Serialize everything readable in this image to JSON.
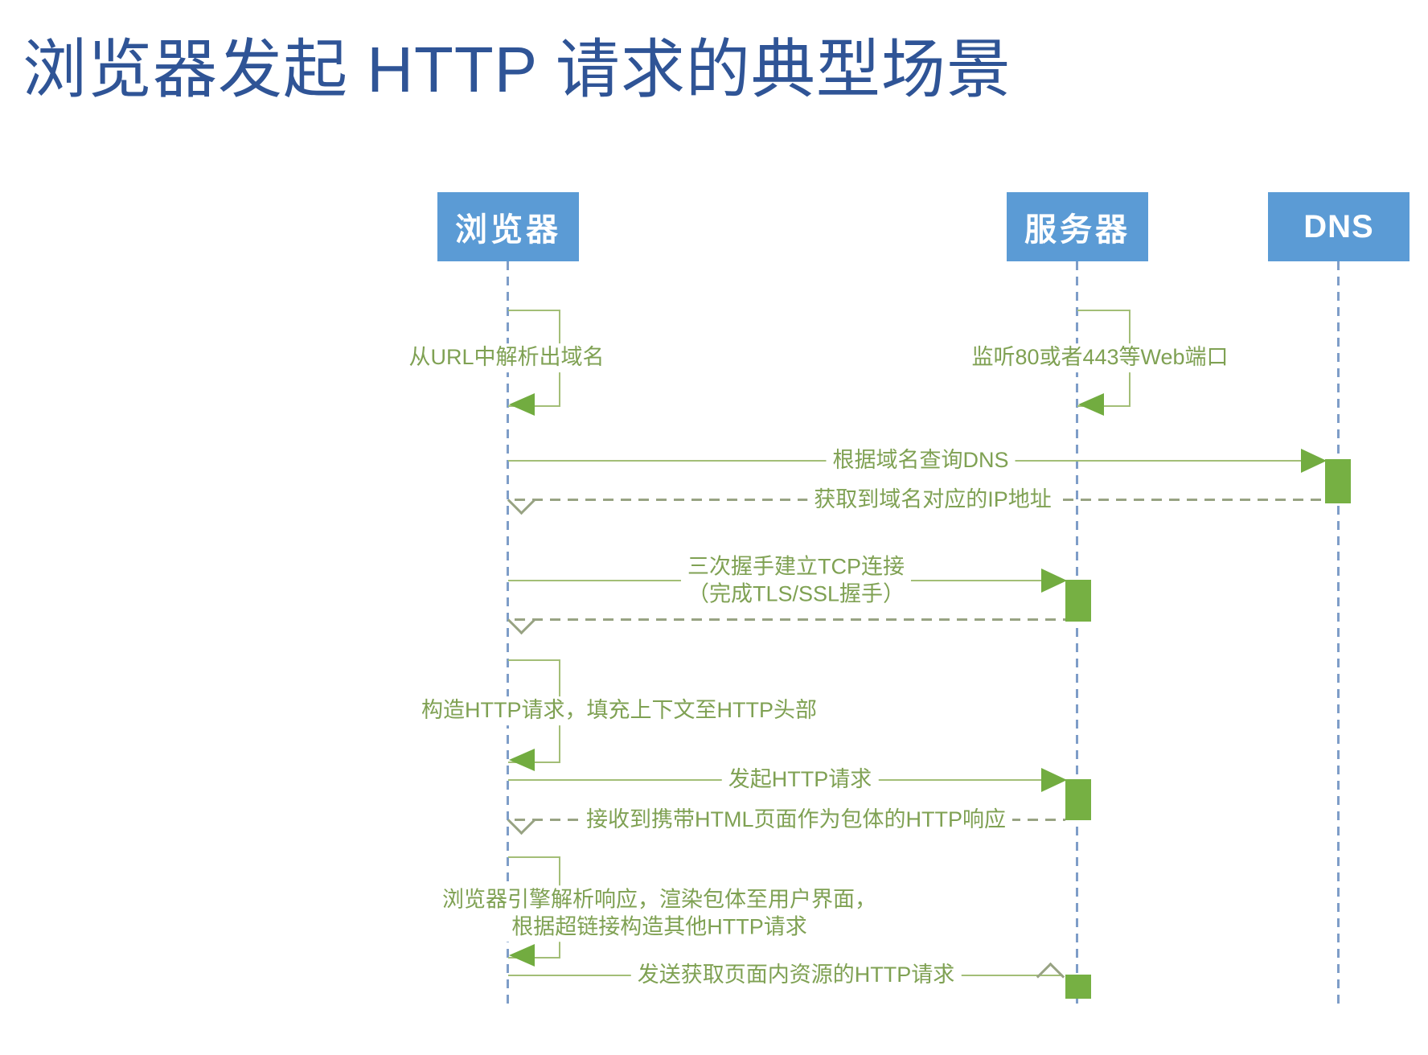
{
  "title": "浏览器发起 HTTP 请求的典型场景",
  "diagram": {
    "type": "sequence-diagram",
    "actors": {
      "browser": "浏览器",
      "server": "服务器",
      "dns": "DNS"
    },
    "messages": {
      "parse_domain": "从URL中解析出域名",
      "listen_ports": "监听80或者443等Web端口",
      "query_dns": "根据域名查询DNS",
      "get_ip": "获取到域名对应的IP地址",
      "tcp_line1": "三次握手建立TCP连接",
      "tcp_line2": "（完成TLS/SSL握手）",
      "build_request": "构造HTTP请求，填充上下文至HTTP头部",
      "send_request": "发起HTTP请求",
      "receive_response": "接收到携带HTML页面作为包体的HTTP响应",
      "render_line1": "浏览器引擎解析响应，渲染包体至用户界面，",
      "render_line2": "根据超链接构造其他HTTP请求",
      "fetch_resources": "发送获取页面内资源的HTTP请求"
    }
  },
  "colors": {
    "title_text": "#2F5496",
    "actor_fill": "#5B9BD5",
    "actor_text": "#FFFFFF",
    "lifeline": "#7E9DC8",
    "solid_line": "#A3BE77",
    "dashed_line": "#98A383",
    "arrow_fill": "#72AC40",
    "activation_fill": "#76B043",
    "message_text": "#7FA153"
  }
}
